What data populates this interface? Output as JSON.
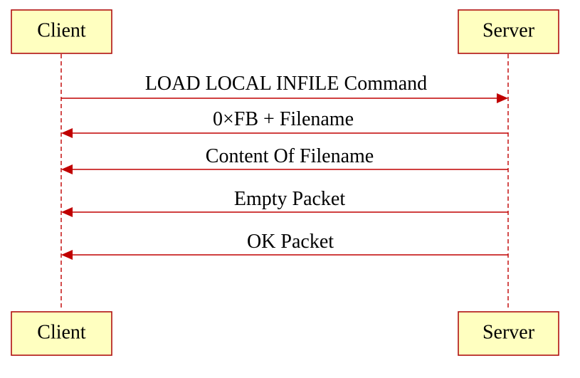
{
  "participants": {
    "client": {
      "label": "Client"
    },
    "server": {
      "label": "Server"
    }
  },
  "messages": [
    {
      "label": "LOAD LOCAL INFILE Command",
      "from": "client",
      "to": "server"
    },
    {
      "label": "0×FB + Filename",
      "from": "server",
      "to": "client"
    },
    {
      "label": "Content Of Filename",
      "from": "server",
      "to": "client"
    },
    {
      "label": "Empty Packet",
      "from": "server",
      "to": "client"
    },
    {
      "label": "OK Packet",
      "from": "server",
      "to": "client"
    }
  ],
  "colors": {
    "box_fill": "#ffffc0",
    "line": "#c00000"
  }
}
